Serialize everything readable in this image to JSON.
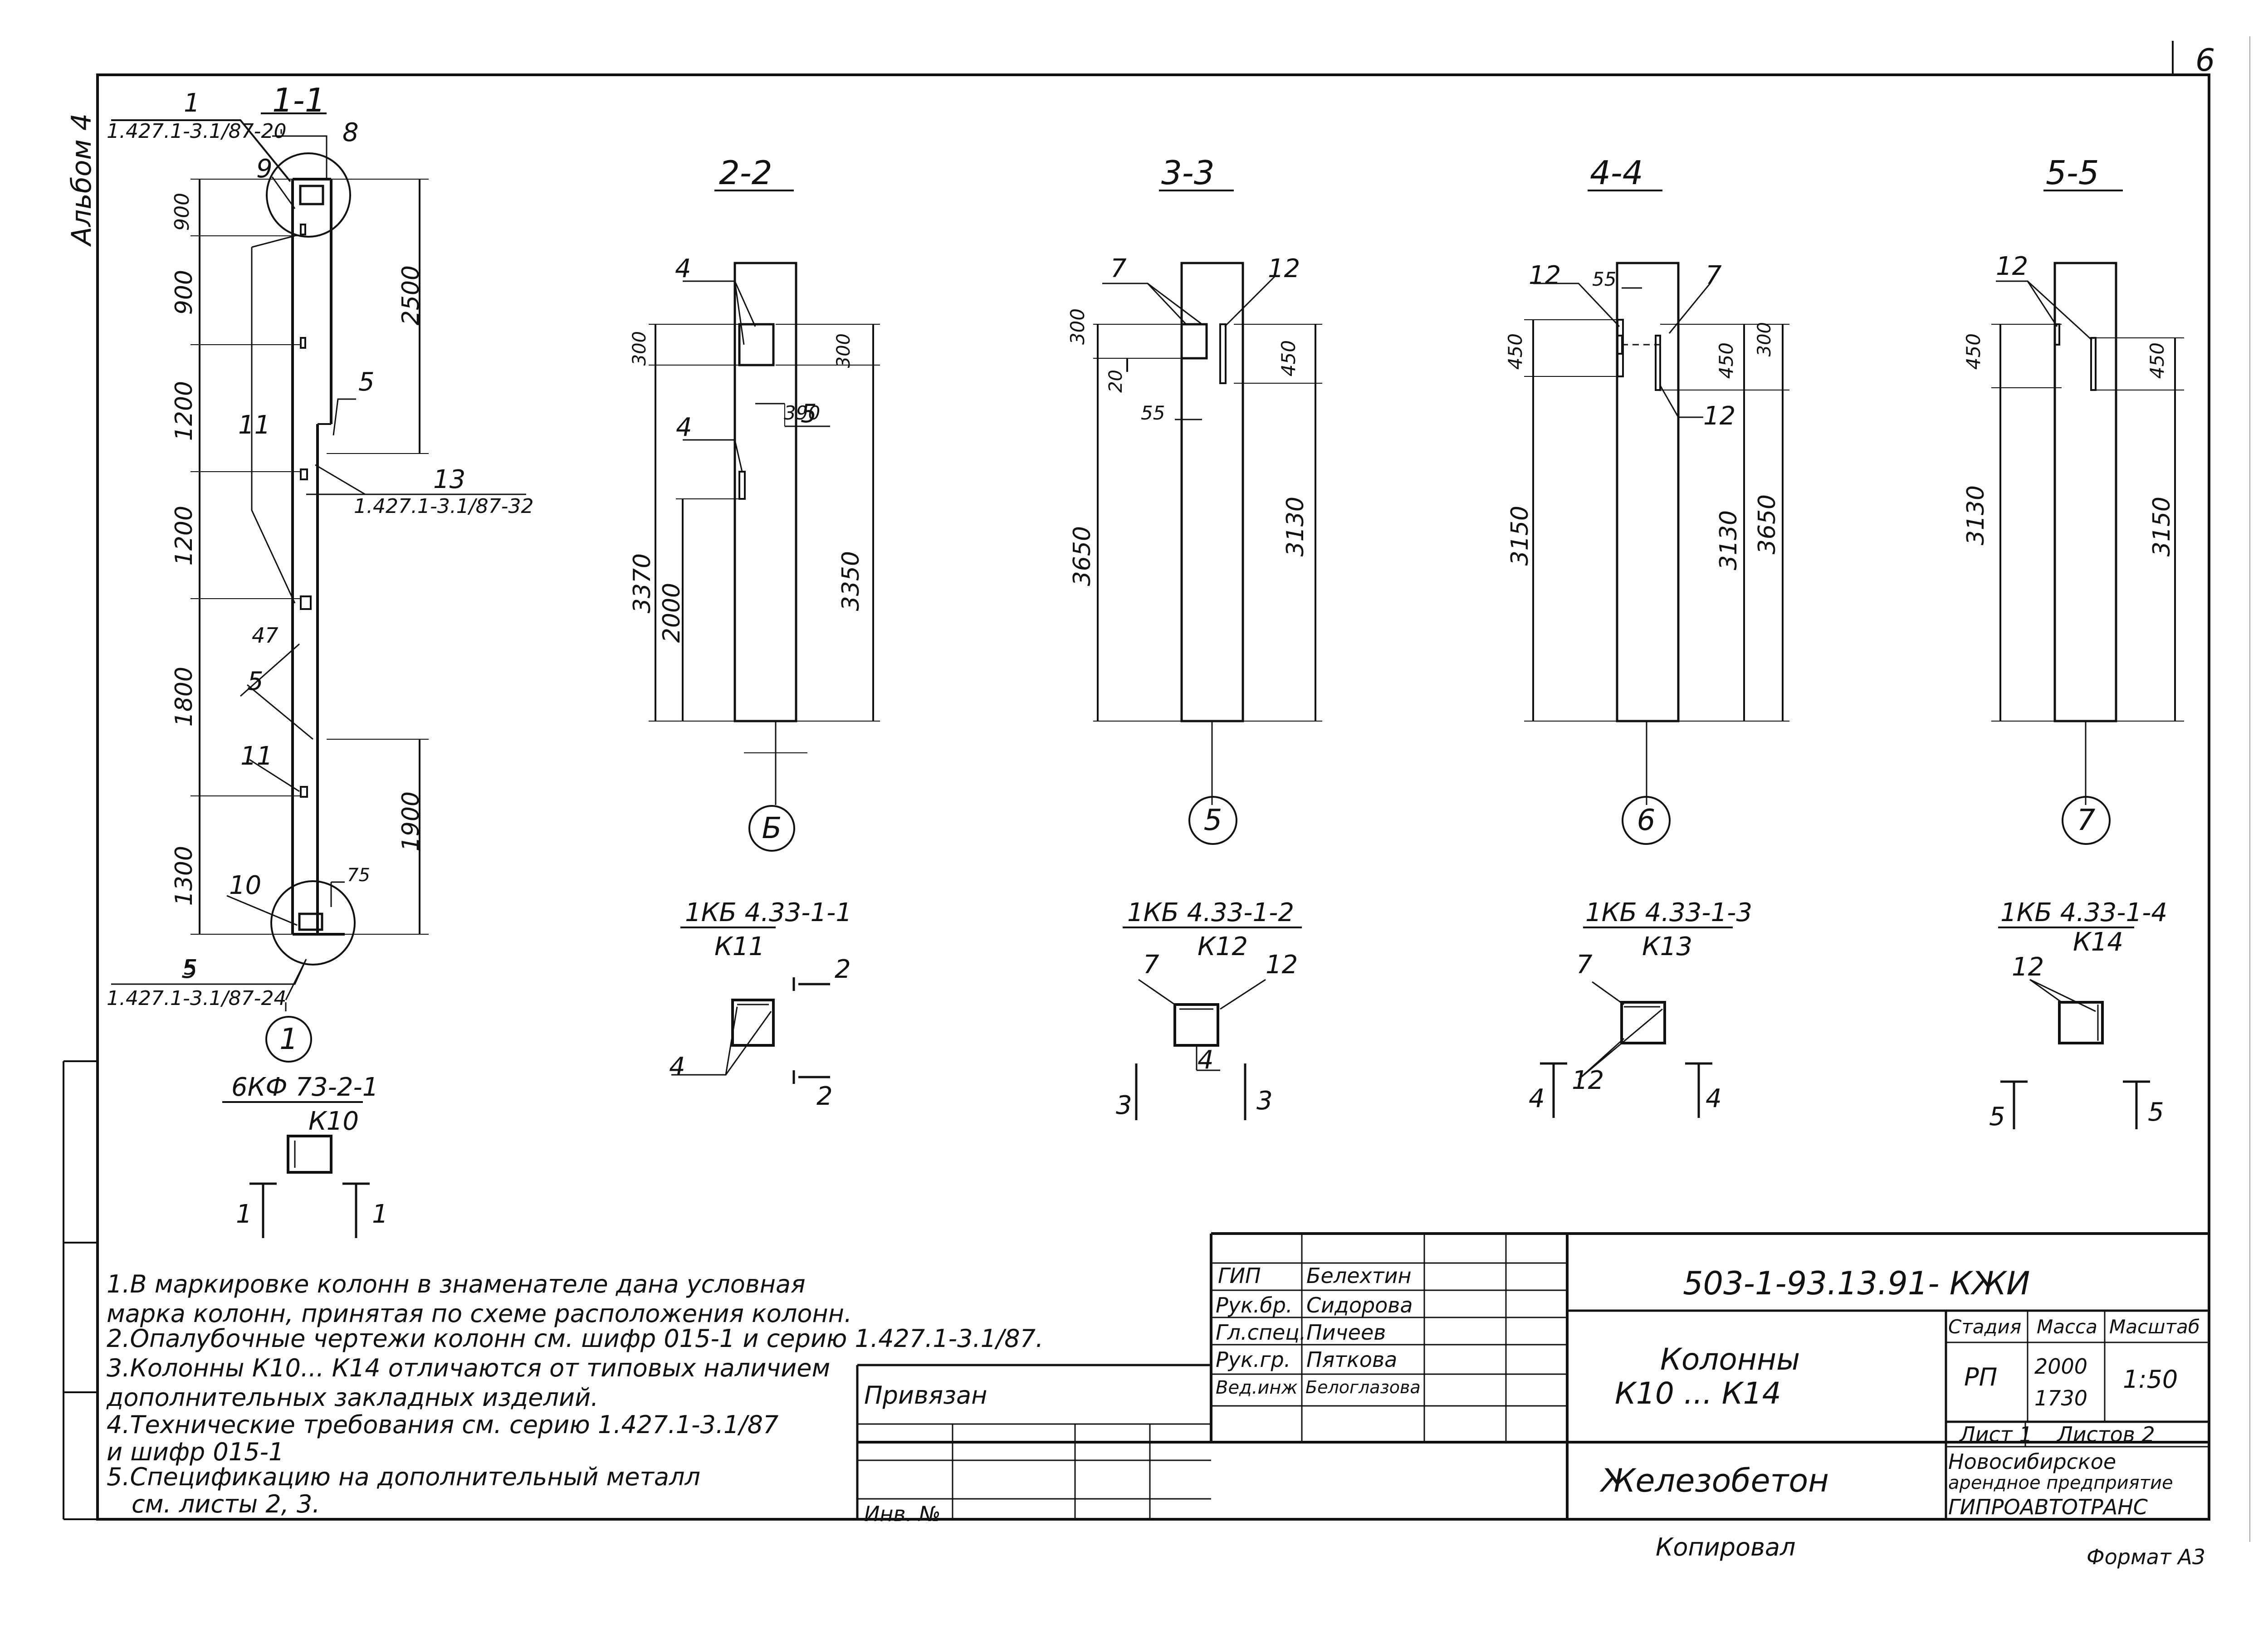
{
  "sheet": {
    "page_number": "6",
    "album": "Альбом 4",
    "format": "Формат А3",
    "copied": "Копировал"
  },
  "sections": {
    "s11": {
      "title": "1-1",
      "ref_top": "1.427.1-3.1/87-20",
      "ref_mid": "1.427.1-3.1/87-32",
      "ref_bottom": "1.427.1-3.1/87-24",
      "circle": "1"
    },
    "s22": {
      "title": "2-2",
      "circle": "Б"
    },
    "s33": {
      "title": "3-3",
      "circle": "5"
    },
    "s44": {
      "title": "4-4",
      "circle": "6"
    },
    "s55": {
      "title": "5-5",
      "circle": "7"
    }
  },
  "dims": {
    "s11": [
      "900",
      "900",
      "1200",
      "1200",
      "1800",
      "1300",
      "2500",
      "1900",
      "47",
      "75",
      "5"
    ],
    "s22": [
      "300",
      "300",
      "390",
      "5",
      "3370",
      "2000",
      "3350"
    ],
    "s33": [
      "300",
      "20",
      "55",
      "450",
      "3650",
      "3130"
    ],
    "s44": [
      "55",
      "450",
      "450",
      "300",
      "3150",
      "3130",
      "3650"
    ],
    "s55": [
      "450",
      "450",
      "3130",
      "3150"
    ]
  },
  "item_labels": {
    "s11": [
      "1",
      "8",
      "9",
      "5",
      "11",
      "13",
      "5",
      "11",
      "10",
      "5"
    ],
    "s22": [
      "4",
      "4",
      "5"
    ],
    "s33": [
      "7",
      "12"
    ],
    "s44": [
      "12",
      "7",
      "12"
    ],
    "s55": [
      "12"
    ]
  },
  "marks": [
    {
      "num": "1КБ 4.33-1-1",
      "den": "К11",
      "labels": [
        "4",
        "2",
        "2"
      ]
    },
    {
      "num": "1КБ 4.33-1-2",
      "den": "К12",
      "labels": [
        "7",
        "12",
        "4",
        "3",
        "3"
      ]
    },
    {
      "num": "1КБ 4.33-1-3",
      "den": "К13",
      "labels": [
        "7",
        "12",
        "4",
        "4"
      ]
    },
    {
      "num": "1КБ 4.33-1-4",
      "den": "К14",
      "labels": [
        "12",
        "5",
        "5"
      ]
    },
    {
      "num": "6КФ 73-2-1",
      "den": "К10",
      "labels": [
        "1",
        "1"
      ]
    }
  ],
  "notes": [
    "1.В маркировке колонн в знаменателе дана условная",
    "марка колонн, принятая по схеме расположения колонн.",
    "2.Опалубочные чертежи колонн см. шифр 015-1 и серию 1.427.1-3.1/87.",
    "3.Колонны К10... К14 отличаются от типовых наличием",
    "дополнительных закладных изделий.",
    "4.Технические требования см. серию 1.427.1-3.1/87",
    "и шифр 015-1",
    "5.Спецификацию на дополнительный металл",
    "см. листы 2, 3."
  ],
  "binding": {
    "label": "Привязан",
    "inv": "Инв. №"
  },
  "stamp": {
    "roles": [
      "ГИП",
      "Рук.бр.",
      "Гл.спец.",
      "Рук.гр.",
      "Вед.инж"
    ],
    "names": [
      "Белехтин",
      "Сидорова",
      "Пичеев",
      "Пяткова",
      "Белоглазова"
    ],
    "code": "503-1-93.13.91- КЖИ",
    "object": "Колонны",
    "object2": "К10 ... К14",
    "material": "Железобетон",
    "h_stage": "Стадия",
    "h_mass": "Масса",
    "h_scale": "Масштаб",
    "stage": "РП",
    "mass1": "2000",
    "mass2": "1730",
    "scale": "1:50",
    "sheet": "Лист 1",
    "sheets": "Листов 2",
    "org1": "Новосибирское",
    "org2": "арендное предприятие",
    "org3": "ГИПРОАВТОТРАНС"
  }
}
